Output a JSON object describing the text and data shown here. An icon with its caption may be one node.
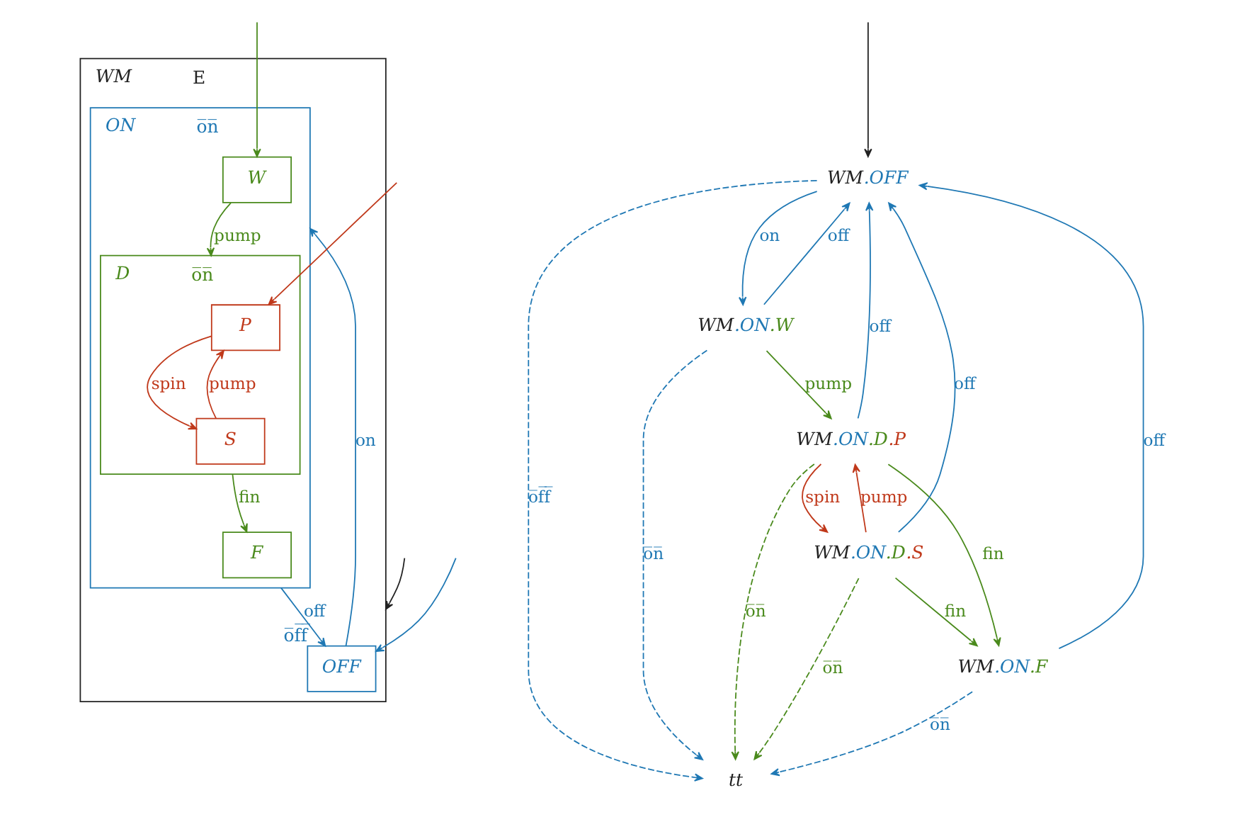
{
  "diagram": {
    "nodes": [
      {
        "text": [
          "WM"
        ],
        "beside": [
          "E"
        ]
      },
      {
        "text": [
          "OFF"
        ],
        "in": 0,
        "beside": [
          "o̅f̅f̅"
        ]
      },
      {
        "text": [
          "ON"
        ],
        "in": 0,
        "beside": [
          "o̅n̅"
        ]
      },
      {
        "text": [
          "W"
        ],
        "in": 2
      },
      {
        "text": [
          "D"
        ],
        "in": 2,
        "beside": [
          "o̅n̅"
        ]
      },
      {
        "text": [
          "P"
        ],
        "in": 4
      },
      {
        "text": [
          "S"
        ],
        "in": 4
      },
      {
        "text": [
          "F"
        ],
        "in": 2
      },
      {
        "text": [
          "WM.OFF"
        ]
      },
      {
        "text": [
          "WM.ON.W"
        ]
      },
      {
        "text": [
          "WM.ON.D.P"
        ]
      },
      {
        "text": [
          "WM.ON.F"
        ]
      },
      {
        "text": [
          "WM.ON.D.S"
        ]
      },
      {
        "text": [
          "tt"
        ]
      }
    ],
    "edges": [
      {
        "from": null,
        "to": 0,
        "arrow": "to",
        "color": "#222222"
      },
      {
        "from": null,
        "to": 1,
        "arrow": "to"
      },
      {
        "from": 1,
        "to": 2,
        "label": "on",
        "arrow": "to"
      },
      {
        "from": 2,
        "to": 1,
        "label": "off",
        "arrow": "to"
      },
      {
        "from": null,
        "to": 3,
        "arrow": "to",
        "color": "#4a8a1c"
      },
      {
        "from": 3,
        "to": 4,
        "label": "pump",
        "arrow": "to",
        "color": "#4a8a1c"
      },
      {
        "from": null,
        "to": 5,
        "arrow": "to",
        "color": "#c0391b"
      },
      {
        "from": 5,
        "to": 6,
        "label": "spin",
        "arrow": "to",
        "color": "#c0391b"
      },
      {
        "from": 6,
        "to": 5,
        "label": "pump",
        "arrow": "to",
        "color": "#c0391b"
      },
      {
        "from": 4,
        "to": 7,
        "label": "fin",
        "arrow": "to",
        "color": "#4a8a1c"
      },
      {
        "from": null,
        "to": 8,
        "arrow": "to",
        "color": "#222222"
      },
      {
        "from": 8,
        "to": 9,
        "label": "on",
        "arrow": "to"
      },
      {
        "from": 9,
        "to": 8,
        "label": "off",
        "arrow": "to"
      },
      {
        "from": 9,
        "to": 10,
        "label": "pump",
        "arrow": "to",
        "color": "#4a8a1c"
      },
      {
        "from": 11,
        "to": 8,
        "label": "off",
        "arrow": "to"
      },
      {
        "from": 10,
        "to": 8,
        "label": "off",
        "arrow": "to"
      },
      {
        "from": 12,
        "to": 8,
        "label": "off",
        "arrow": "to"
      },
      {
        "from": 10,
        "to": 11,
        "label": "fin",
        "arrow": "to",
        "color": "#4a8a1c"
      },
      {
        "from": 10,
        "to": 12,
        "label": "spin",
        "arrow": "to",
        "color": "#c0391b"
      },
      {
        "from": 12,
        "to": 10,
        "label": "pump",
        "arrow": "to",
        "color": "#c0391b"
      },
      {
        "from": 12,
        "to": 11,
        "label": "fin",
        "arrow": "to",
        "color": "#4a8a1c"
      },
      {
        "from": 9,
        "to": 13,
        "label": "o̅n̅",
        "arrow": "to",
        "style": "dashed"
      },
      {
        "from": 8,
        "to": 13,
        "label": "o̅f̅f̅",
        "arrow": "to",
        "style": "dashed"
      },
      {
        "from": 11,
        "to": 13,
        "label": "o̅n̅",
        "arrow": "to",
        "style": "dashed"
      },
      {
        "from": 12,
        "to": 13,
        "label": "o̅n̅",
        "arrow": "to",
        "style": "dashed",
        "color": "#4a8a1c"
      },
      {
        "from": 10,
        "to": 13,
        "label": "o̅n̅",
        "arrow": "to",
        "style": "dashed",
        "color": "#4a8a1c"
      }
    ]
  }
}
